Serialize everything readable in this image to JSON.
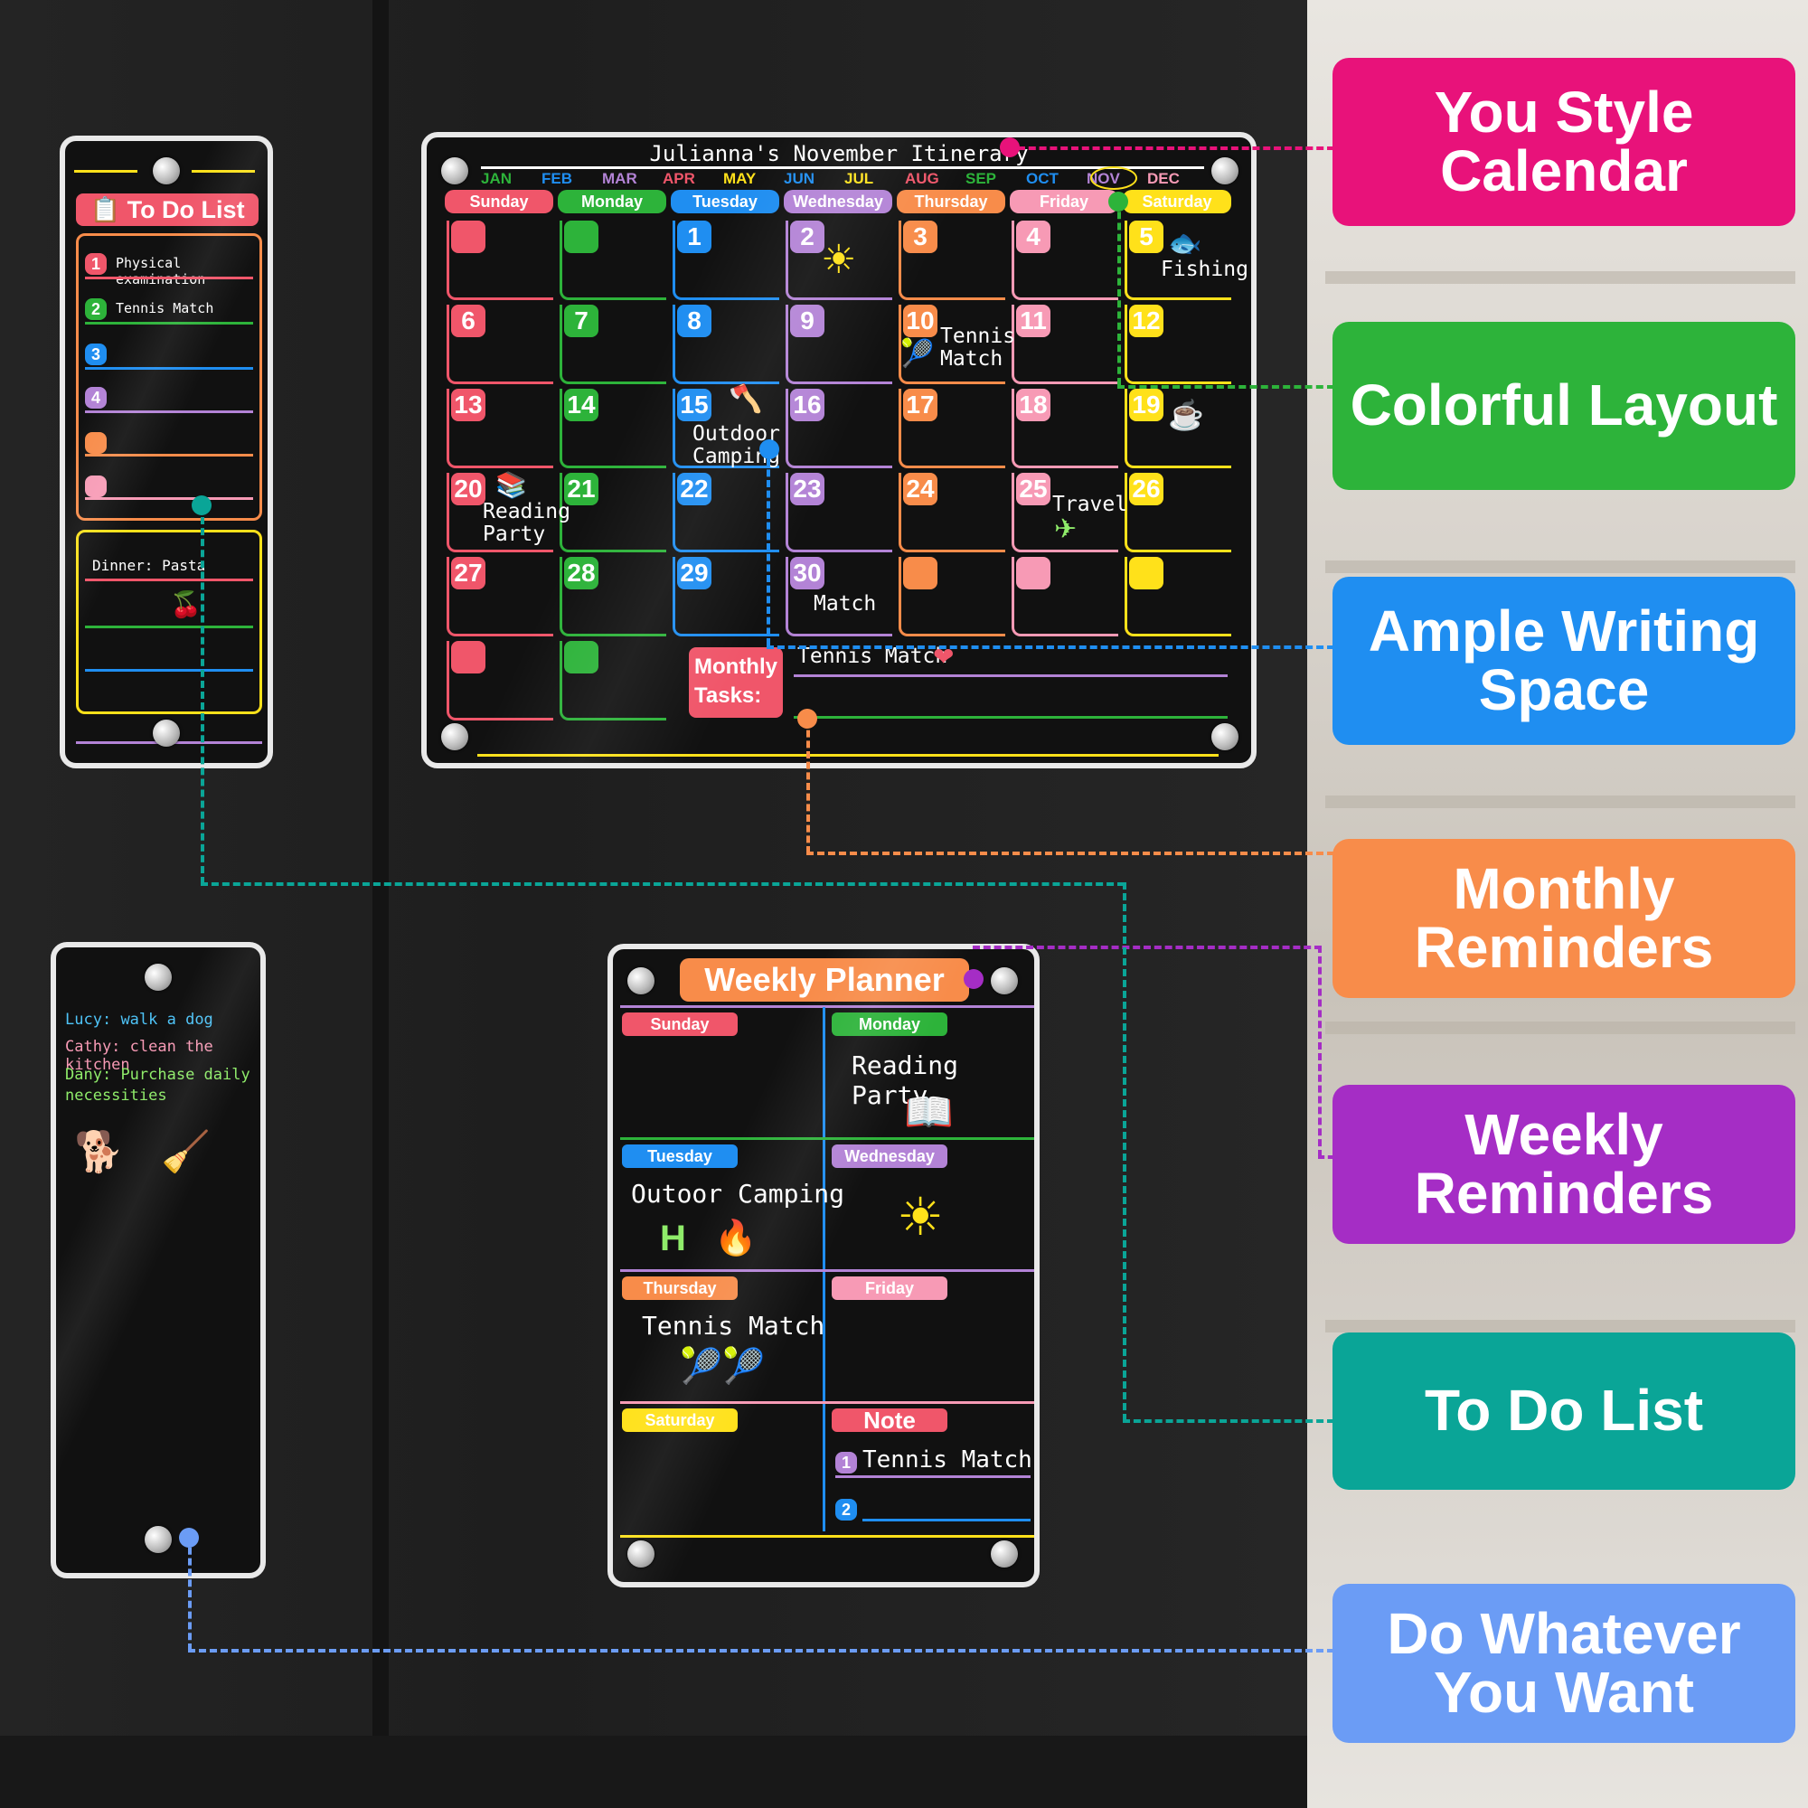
{
  "callouts": {
    "c1": "You Style Calendar",
    "c2": "Colorful Layout",
    "c3": "Ample Writing Space",
    "c4": "Monthly Reminders",
    "c5": "Weekly Reminders",
    "c6": "To Do List",
    "c7": "Do Whatever You Want"
  },
  "colors": {
    "pink": "#e8127a",
    "green": "#2db33a",
    "blue": "#1f8ef1",
    "orange": "#f88c4a",
    "purple": "#a52dc5",
    "teal": "#0aa597",
    "lightblue": "#6b9cf5",
    "yellow": "#ffe11a",
    "red": "#f0566a",
    "lilac": "#b383d6",
    "rose": "#f79ab5"
  },
  "todo": {
    "title": "To Do List",
    "items": [
      "Physical examination",
      "Tennis Match",
      "",
      "",
      "",
      ""
    ],
    "numbers": [
      "1",
      "2",
      "3",
      "4"
    ],
    "dinner": "Dinner: Pasta"
  },
  "chores": {
    "lines": [
      {
        "name": "Lucy:",
        "task": "walk a dog"
      },
      {
        "name": "Cathy:",
        "task": "clean the kitchen"
      },
      {
        "name": "Dany:",
        "task": "Purchase daily necessities"
      }
    ]
  },
  "calendar": {
    "title": "Julianna's November Itinerary",
    "months": [
      "JAN",
      "FEB",
      "MAR",
      "APR",
      "MAY",
      "JUN",
      "JUL",
      "AUG",
      "SEP",
      "OCT",
      "NOV",
      "DEC"
    ],
    "days": [
      "Sunday",
      "Monday",
      "Tuesday",
      "Wednesday",
      "Thursday",
      "Friday",
      "Saturday"
    ],
    "dates": [
      "",
      "",
      "1",
      "2",
      "3",
      "4",
      "5",
      "6",
      "7",
      "8",
      "9",
      "10",
      "11",
      "12",
      "13",
      "14",
      "15",
      "16",
      "17",
      "18",
      "19",
      "20",
      "21",
      "22",
      "23",
      "24",
      "25",
      "26",
      "27",
      "28",
      "29",
      "30",
      "",
      "",
      "",
      "",
      ""
    ],
    "notes": {
      "fishing": "Fishing",
      "tennis": "Tennis Match",
      "camping": "Outdoor Camping",
      "reading": "Reading Party",
      "travel": "Travel",
      "match": "Match"
    },
    "monthly_label": "Monthly Tasks:",
    "monthly_text": "Tennis Match"
  },
  "weekly": {
    "title": "Weekly Planner",
    "days": [
      "Sunday",
      "Monday",
      "Tuesday",
      "Wednesday",
      "Thursday",
      "Friday",
      "Saturday",
      "Note"
    ],
    "monday": "Reading Party",
    "tuesday": "Outoor Camping",
    "thursday": "Tennis Match",
    "note1": "Tennis Match",
    "note_nums": [
      "1",
      "2"
    ]
  }
}
